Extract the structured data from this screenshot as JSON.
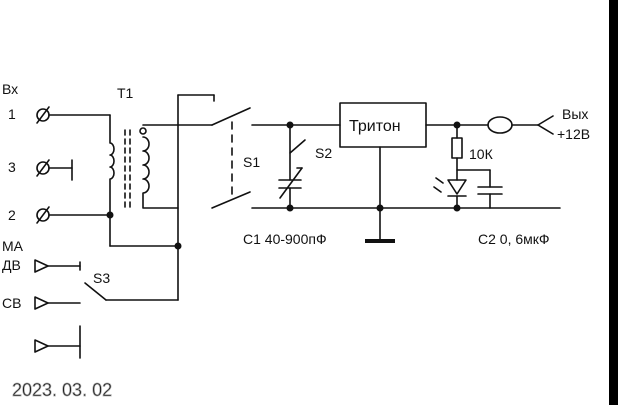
{
  "labels": {
    "input": "Вх",
    "pin1": "1",
    "pin3": "3",
    "pin2": "2",
    "transformer": "T1",
    "switch1": "S1",
    "switch2": "S2",
    "switch3": "S3",
    "chip": "Тритон",
    "resistor": "10К",
    "output": "Вых",
    "supply": "+12В",
    "antenna_group": "МА",
    "dv": "ДВ",
    "sv": "СВ",
    "c1": "С1 40-900пФ",
    "c2": "С2 0, 6мкФ",
    "date_stamp": "2023. 03. 02"
  },
  "colors": {
    "ink": "#111111",
    "right_bar": "#000000"
  }
}
